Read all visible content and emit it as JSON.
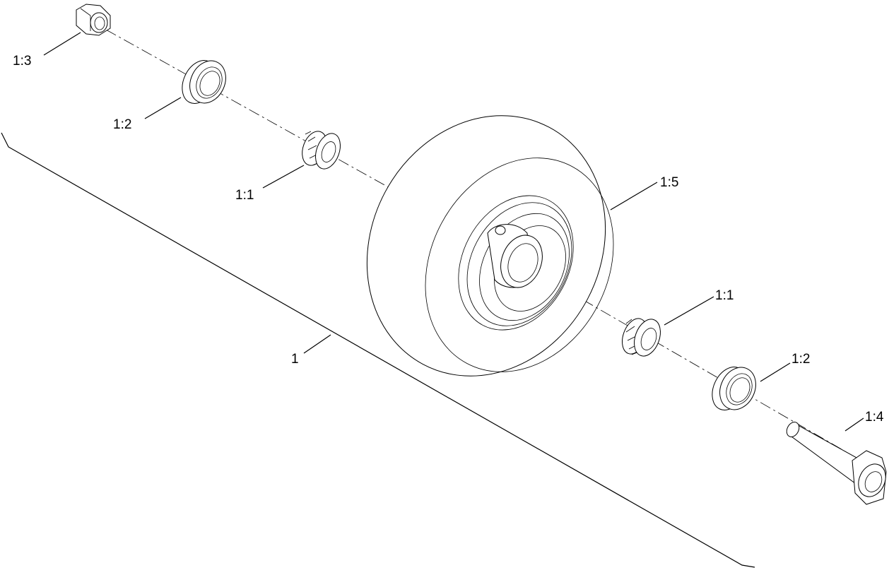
{
  "callouts": {
    "assembly": "1",
    "bearing_cone_upper": "1:1",
    "bearing_cone_lower": "1:1",
    "bearing_cup_upper": "1:2",
    "bearing_cup_lower": "1:2",
    "spacer_nut": "1:3",
    "bolt": "1:4",
    "wheel": "1:5"
  }
}
